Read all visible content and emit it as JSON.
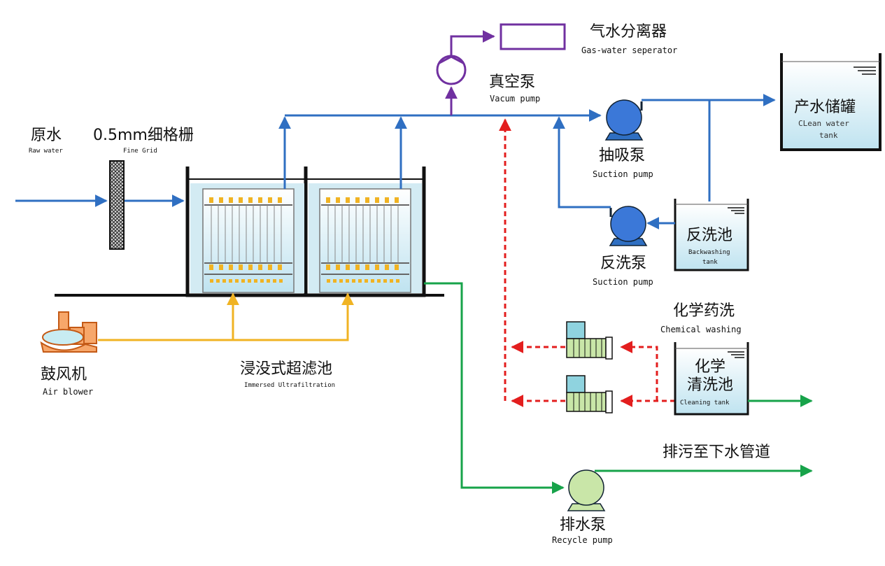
{
  "labels": {
    "raw_water": {
      "zh": "原水",
      "en": "Raw water"
    },
    "fine_grid": {
      "zh": "0.5mm细格栅",
      "en": "Fine Grid"
    },
    "gas_water_separator": {
      "zh": "气水分离器",
      "en": "Gas-water seperator"
    },
    "vacuum_pump": {
      "zh": "真空泵",
      "en": "Vacum pump"
    },
    "clean_water_tank": {
      "zh": "产水储罐",
      "en1": "CLean water",
      "en2": "tank"
    },
    "suction_pump": {
      "zh": "抽吸泵",
      "en": "Suction pump"
    },
    "backwashing_tank": {
      "zh": "反洗池",
      "en1": "Backwashing",
      "en2": "tank"
    },
    "backwash_pump": {
      "zh": "反洗泵",
      "en": "Suction pump"
    },
    "chemical_washing": {
      "zh": "化学药洗",
      "en": "Chemical washing"
    },
    "cleaning_tank": {
      "zh1": "化学",
      "zh2": "清洗池",
      "en": "Cleaning tank"
    },
    "sewer": {
      "zh": "排污至下水管道"
    },
    "recycle_pump": {
      "zh": "排水泵",
      "en": "Recycle pump"
    },
    "air_blower": {
      "zh": "鼓风机",
      "en": "Air blower"
    },
    "uf_tank": {
      "zh": "浸没式超滤池",
      "en": "Immersed Ultrafiltration"
    }
  },
  "colors": {
    "water_line": "#2f6fc2",
    "vacuum_line": "#7030a0",
    "air_line": "#f0b323",
    "chemical_line": "#e31e1e",
    "drain_line": "#17a34a",
    "tank_fill": "#cfe9f3",
    "pump_blue": "#2f6fc2",
    "pump_green": "#c9e6a8"
  }
}
